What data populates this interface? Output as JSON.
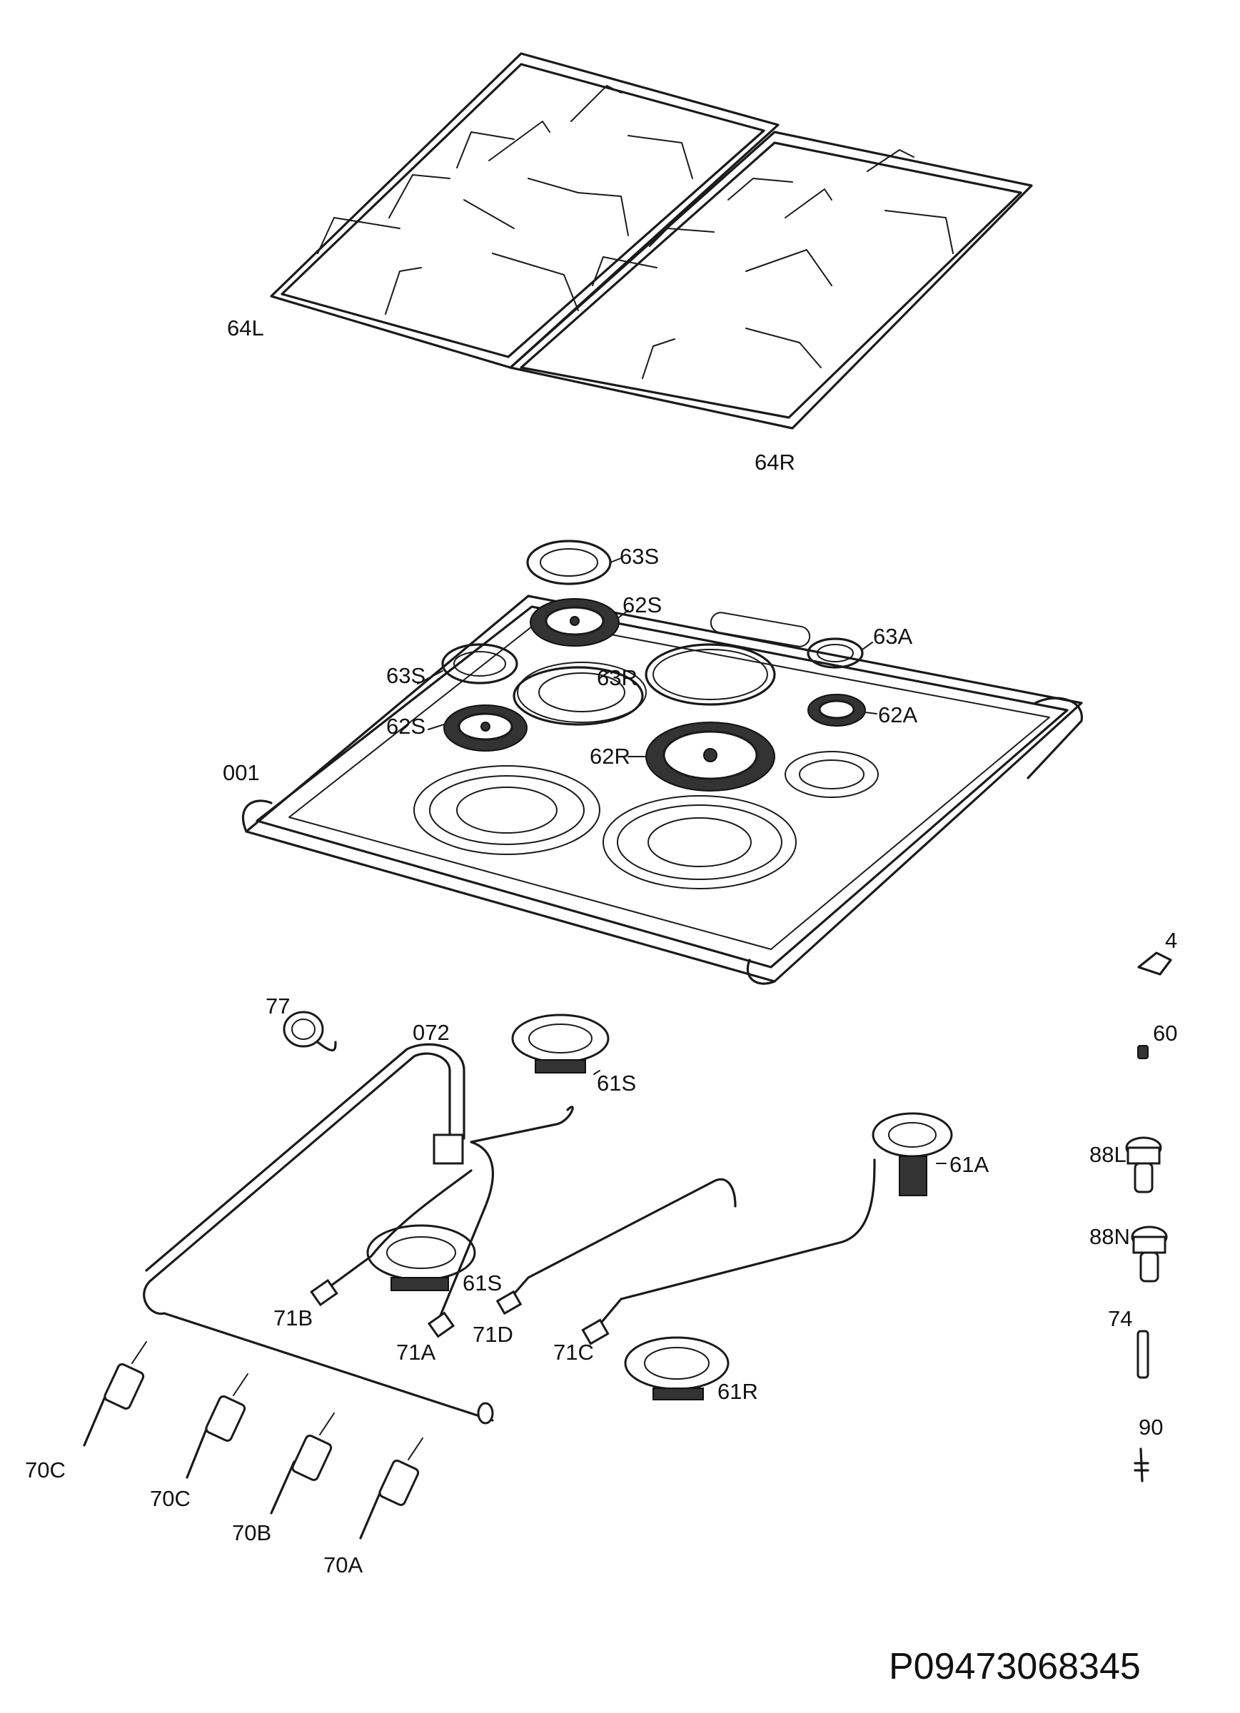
{
  "diagram": {
    "drawing_code": "P09473068345",
    "labels": {
      "l64L": "64L",
      "l64R": "64R",
      "l63S_top": "63S",
      "l62S_top": "62S",
      "l63A": "63A",
      "l63S_mid": "63S",
      "l63R": "63R",
      "l62S_mid": "62S",
      "l62A": "62A",
      "l62R": "62R",
      "l001": "001",
      "l4": "4",
      "l77": "77",
      "l072": "072",
      "l61S_top": "61S",
      "l60": "60",
      "l61A": "61A",
      "l88L": "88L",
      "l88N": "88N",
      "l61S_mid": "61S",
      "l71B": "71B",
      "l71D": "71D",
      "l74": "74",
      "l71A": "71A",
      "l71C": "71C",
      "l61R": "61R",
      "l90": "90",
      "l70C_1": "70C",
      "l70C_2": "70C",
      "l70B": "70B",
      "l70A": "70A"
    }
  }
}
